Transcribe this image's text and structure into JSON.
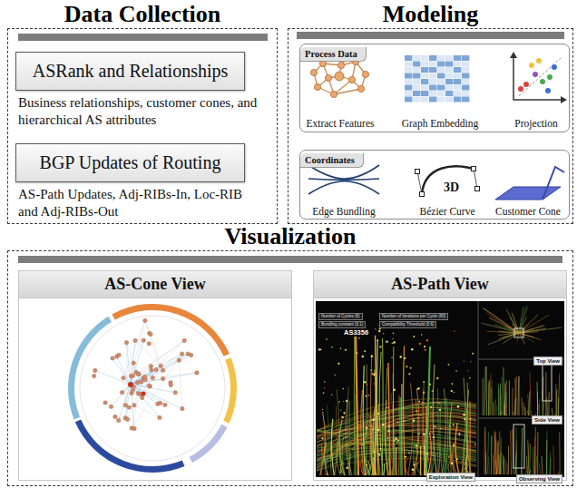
{
  "diagram": {
    "nodes": [
      {
        "text": [
          "Data Collection"
        ]
      },
      {
        "text": [
          "ASRank and Relationships"
        ],
        "in": 0
      },
      {
        "text": [
          "BGP Updates of Routing"
        ],
        "in": 0
      },
      {
        "text": [
          "Modeling"
        ]
      },
      {
        "text": [
          "Process Data"
        ],
        "in": 3
      },
      {
        "text": [
          "Extract Features"
        ],
        "in": 4
      },
      {
        "text": [
          "Graph Embedding"
        ],
        "in": 4
      },
      {
        "text": [
          "Projection"
        ],
        "in": 4
      },
      {
        "text": [
          "Coordinates"
        ],
        "in": 3
      },
      {
        "text": [
          "Edge Bundling"
        ],
        "in": 8
      },
      {
        "text": [
          "Bézier Curve"
        ],
        "in": 8
      },
      {
        "text": [
          "Customer Cone"
        ],
        "in": 8
      },
      {
        "text": [
          "Visualization"
        ]
      },
      {
        "text": [
          "AS-Cone View"
        ],
        "in": 12
      },
      {
        "text": [
          "AS-Path View"
        ],
        "in": 12
      }
    ],
    "edges": [
      {
        "from": 1,
        "to": 4,
        "arrow": "to"
      },
      {
        "from": 2,
        "to": 4,
        "arrow": "to"
      },
      {
        "from": 5,
        "to": 6,
        "arrow": "to"
      },
      {
        "from": 6,
        "to": 7,
        "arrow": "to"
      },
      {
        "from": 4,
        "to": 8,
        "arrow": "to"
      }
    ],
    "labels": [
      "Business relationships, customer cones, and hierarchical AS attributes",
      "AS-Path Updates, Adj-RIBs-In, Loc-RIB and Adj-RIBs-Out",
      "3D",
      "Number of Cycles (6)",
      "Number of Iterations per Cycle (60)",
      "Bundling constant (0.1)",
      "Compatibility Threshold (0.6)",
      "AS3356",
      "Exploration View",
      "Top View",
      "Side View",
      "Observing View"
    ]
  }
}
